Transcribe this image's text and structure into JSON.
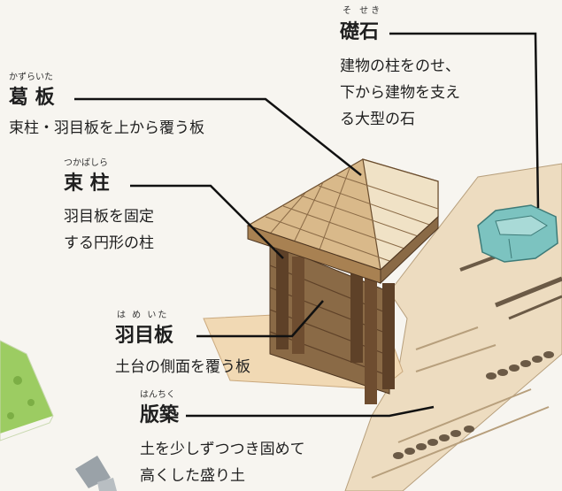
{
  "labels": {
    "soseki": {
      "term": "礎石",
      "reading": "そ せき",
      "desc": [
        "建物の柱をのせ、",
        "下から建物を支え",
        "る大型の石"
      ]
    },
    "kazuraita": {
      "term": "葛 板",
      "reading": "かずらいた",
      "desc": [
        "束柱・羽目板を上から覆う板"
      ]
    },
    "tsukabashira": {
      "term": "束 柱",
      "reading": "つかばしら",
      "desc": [
        "羽目板を固定",
        "する円形の柱"
      ]
    },
    "hameita": {
      "term": "羽目板",
      "reading": "は め いた",
      "desc": [
        "土台の側面を覆う板"
      ]
    },
    "hanchiku": {
      "term": "版築",
      "reading": "はんちく",
      "desc": [
        "土を少しずつつき固めて",
        "高くした盛り土"
      ]
    }
  },
  "colors": {
    "earth": "#eddcc0",
    "earth_stripe": "#6b5a46",
    "wood": "#8a6a46",
    "wood_dark": "#5e4128",
    "stone": "#7cc3c0",
    "grass": "#a7d36b"
  }
}
